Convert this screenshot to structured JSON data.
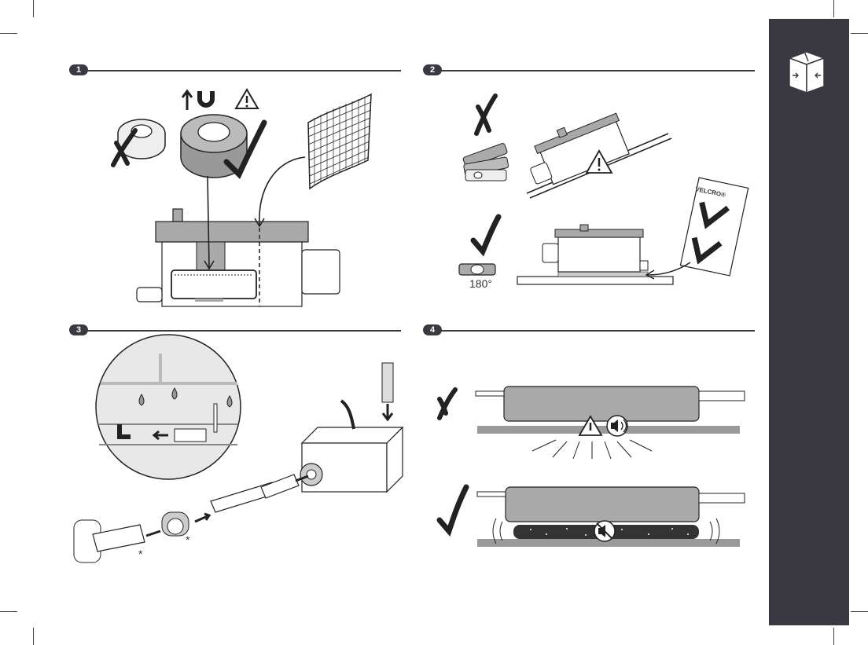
{
  "steps": [
    {
      "number": "1"
    },
    {
      "number": "2"
    },
    {
      "number": "3"
    },
    {
      "number": "4"
    }
  ],
  "step2": {
    "level_angle": "180°",
    "velcro_brand": "VELCRO®"
  },
  "step3": {
    "asterisk": "*"
  },
  "colors": {
    "sidebar": "#3a3840",
    "pump_body": "#a9a9a9",
    "ground": "#9a9a9a",
    "ink": "#222222"
  },
  "icons": [
    "box-compress-icon",
    "magnet-icon",
    "warning-icon",
    "cross-icon",
    "check-icon",
    "sound-on-icon",
    "sound-off-icon",
    "mesh-filter-icon",
    "spirit-level-icon"
  ]
}
